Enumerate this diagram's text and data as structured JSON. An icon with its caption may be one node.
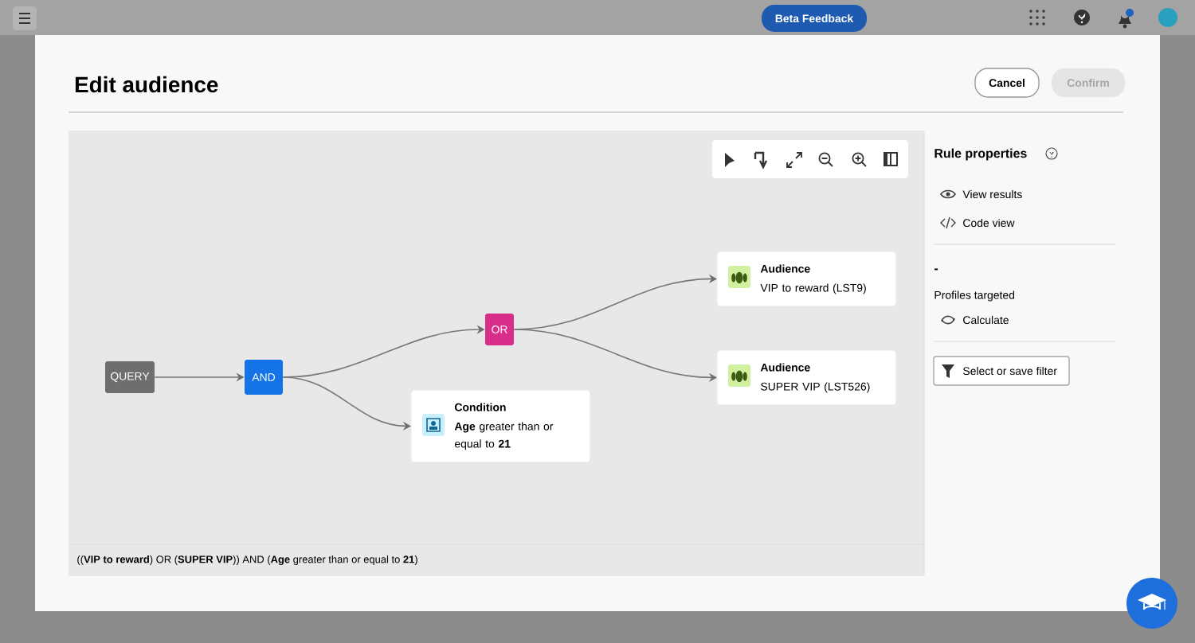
{
  "diagram": {
    "title": "Edit audience",
    "nodes": [
      {
        "text": [
          "QUERY"
        ]
      },
      {
        "text": [
          "AND"
        ]
      },
      {
        "text": [
          "OR"
        ]
      },
      {
        "text": [
          "Audience",
          "VIP to reward (LST9)"
        ]
      },
      {
        "text": [
          "Audience",
          "SUPER VIP (LST526)"
        ]
      },
      {
        "text": [
          "Condition",
          "**Age** greater than or equal to **21**"
        ]
      }
    ],
    "edges": [
      {
        "from": 0,
        "to": 1,
        "arrow": "to"
      },
      {
        "from": 1,
        "to": 2,
        "arrow": "to"
      },
      {
        "from": 1,
        "to": 5,
        "arrow": "to"
      },
      {
        "from": 2,
        "to": 3,
        "arrow": "to"
      },
      {
        "from": 2,
        "to": 4,
        "arrow": "to"
      }
    ],
    "labels": [
      "Beta Feedback",
      "Cancel",
      "Confirm",
      "Rule properties",
      "View results",
      "Code view",
      "-",
      "Profiles targeted",
      "Calculate",
      "Select or save filter",
      "((**VIP to reward**) OR (**SUPER VIP**)) AND (**Age** greater than or equal to **21**)"
    ]
  }
}
